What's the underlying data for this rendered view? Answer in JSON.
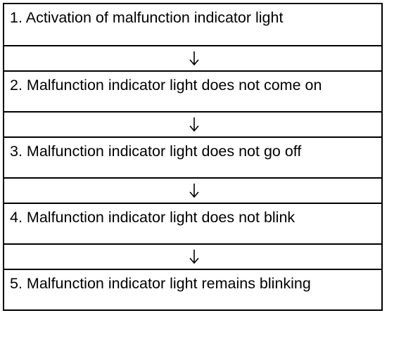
{
  "steps": [
    {
      "number": "1.",
      "label": "Activation of malfunction indicator light"
    },
    {
      "number": "2.",
      "label": "Malfunction indicator light does not come on"
    },
    {
      "number": "3.",
      "label": "Malfunction indicator light does not go off"
    },
    {
      "number": "4.",
      "label": "Malfunction indicator light does not blink"
    },
    {
      "number": "5.",
      "label": "Malfunction indicator light remains blinking"
    }
  ],
  "connector": {
    "icon": "down-arrow-icon"
  }
}
